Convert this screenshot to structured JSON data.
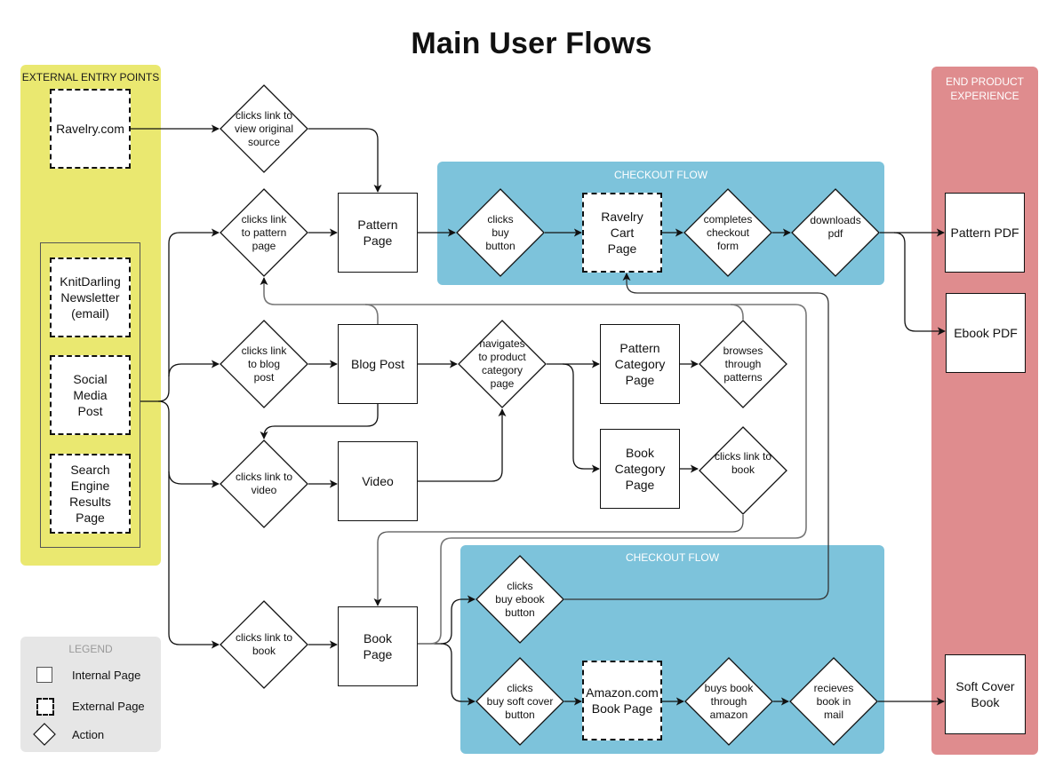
{
  "title": "Main User Flows",
  "colors": {
    "entry_panel": "#EAE870",
    "checkout_panel": "#7DC3DB",
    "end_panel": "#DF8C8E",
    "legend_panel": "#E6E6E6",
    "connector": "#111111",
    "connector_loop": "#777777"
  },
  "groups": {
    "entry": {
      "label": "EXTERNAL ENTRY POINTS"
    },
    "checkout_top": {
      "label": "CHECKOUT FLOW"
    },
    "checkout_bottom": {
      "label": "CHECKOUT FLOW"
    },
    "end": {
      "label": "END PRODUCT\nEXPERIENCE"
    }
  },
  "nodes": {
    "ravelry": {
      "label": "Ravelry.com",
      "type": "external"
    },
    "knitdarling": {
      "label": "KnitDarling\nNewsletter\n(email)",
      "type": "external"
    },
    "social": {
      "label": "Social\nMedia\nPost",
      "type": "external"
    },
    "search": {
      "label": "Search\nEngine\nResults\nPage",
      "type": "external"
    },
    "a_view_source": {
      "label": "clicks link to\nview original\nsource",
      "type": "action"
    },
    "a_pattern_link": {
      "label": "clicks link\nto pattern\npage",
      "type": "action"
    },
    "a_blog_link": {
      "label": "clicks link\nto blog\npost",
      "type": "action"
    },
    "a_video_link": {
      "label": "clicks link to\nvideo",
      "type": "action"
    },
    "a_book_link": {
      "label": "clicks link to\nbook",
      "type": "action"
    },
    "pattern_page": {
      "label": "Pattern\nPage",
      "type": "internal"
    },
    "blog_post": {
      "label": "Blog Post",
      "type": "internal"
    },
    "video": {
      "label": "Video",
      "type": "internal"
    },
    "book_page": {
      "label": "Book\nPage",
      "type": "internal"
    },
    "a_buy": {
      "label": "clicks\nbuy\nbutton",
      "type": "action"
    },
    "ravelry_cart": {
      "label": "Ravelry\nCart\nPage",
      "type": "external"
    },
    "a_checkout": {
      "label": "completes\ncheckout\nform",
      "type": "action"
    },
    "a_download": {
      "label": "downloads\npdf",
      "type": "action"
    },
    "pattern_pdf": {
      "label": "Pattern PDF",
      "type": "internal"
    },
    "ebook_pdf": {
      "label": "Ebook PDF",
      "type": "internal"
    },
    "a_navigate": {
      "label": "navigates\nto product\ncategory\npage",
      "type": "action"
    },
    "pattern_category": {
      "label": "Pattern\nCategory\nPage",
      "type": "internal"
    },
    "book_category": {
      "label": "Book\nCategory\nPage",
      "type": "internal"
    },
    "a_browse": {
      "label": "browses\nthrough\npatterns",
      "type": "action"
    },
    "a_book_link2": {
      "label": "clicks link to\nbook",
      "type": "action"
    },
    "a_buy_ebook": {
      "label": "clicks\nbuy ebook\nbutton",
      "type": "action"
    },
    "a_buy_softcover": {
      "label": "clicks\nbuy soft cover\nbutton",
      "type": "action"
    },
    "amazon": {
      "label": "Amazon.com\nBook Page",
      "type": "external"
    },
    "a_buys_amazon": {
      "label": "buys book\nthrough\namazon",
      "type": "action"
    },
    "a_receives": {
      "label": "recieves\nbook in\nmail",
      "type": "action"
    },
    "softcover": {
      "label": "Soft Cover\nBook",
      "type": "internal"
    }
  },
  "edges": [
    [
      "ravelry",
      "a_view_source"
    ],
    [
      "a_view_source",
      "pattern_page"
    ],
    [
      "entry_group",
      "a_pattern_link"
    ],
    [
      "entry_group",
      "a_blog_link"
    ],
    [
      "entry_group",
      "a_video_link"
    ],
    [
      "entry_group",
      "a_book_link"
    ],
    [
      "a_pattern_link",
      "pattern_page"
    ],
    [
      "a_blog_link",
      "blog_post"
    ],
    [
      "a_video_link",
      "video"
    ],
    [
      "a_book_link",
      "book_page"
    ],
    [
      "pattern_page",
      "a_buy"
    ],
    [
      "a_buy",
      "ravelry_cart"
    ],
    [
      "ravelry_cart",
      "a_checkout"
    ],
    [
      "a_checkout",
      "a_download"
    ],
    [
      "a_download",
      "pattern_pdf"
    ],
    [
      "a_download",
      "ebook_pdf"
    ],
    [
      "blog_post",
      "a_navigate"
    ],
    [
      "video",
      "a_navigate"
    ],
    [
      "blog_post",
      "a_video_link"
    ],
    [
      "blog_post",
      "a_pattern_link"
    ],
    [
      "a_navigate",
      "pattern_category"
    ],
    [
      "a_navigate",
      "book_category"
    ],
    [
      "pattern_category",
      "a_browse"
    ],
    [
      "a_browse",
      "a_pattern_link"
    ],
    [
      "book_category",
      "a_book_link2"
    ],
    [
      "a_book_link2",
      "book_page"
    ],
    [
      "book_page",
      "a_pattern_link"
    ],
    [
      "book_page",
      "a_buy_ebook"
    ],
    [
      "book_page",
      "a_buy_softcover"
    ],
    [
      "a_buy_ebook",
      "ravelry_cart"
    ],
    [
      "a_buy_softcover",
      "amazon"
    ],
    [
      "amazon",
      "a_buys_amazon"
    ],
    [
      "a_buys_amazon",
      "a_receives"
    ],
    [
      "a_receives",
      "softcover"
    ]
  ],
  "legend": {
    "title": "LEGEND",
    "items": [
      {
        "label": "Internal Page",
        "icon": "internal-page-icon"
      },
      {
        "label": "External Page",
        "icon": "external-page-icon"
      },
      {
        "label": "Action",
        "icon": "action-diamond-icon"
      }
    ]
  }
}
